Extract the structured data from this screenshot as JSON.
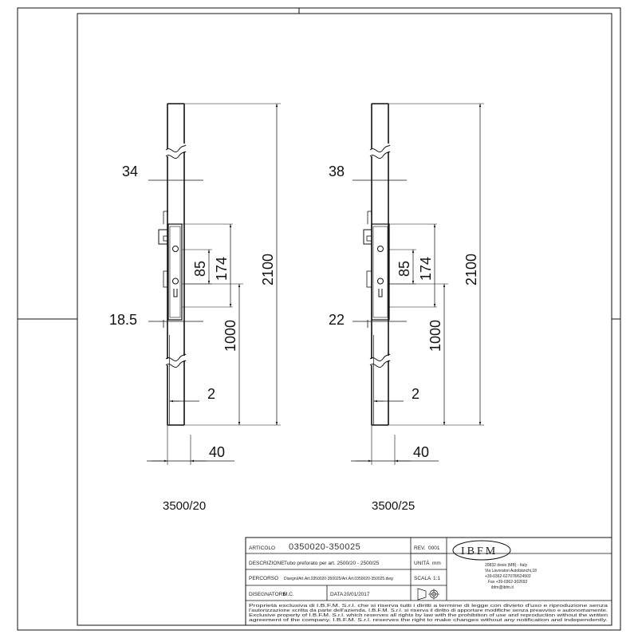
{
  "drawings": [
    {
      "name": "3500/20",
      "dims": {
        "top": "34",
        "bottom": "18.5",
        "d85": "85",
        "d174": "174",
        "d2100": "2100",
        "d1000": "1000",
        "d2": "2",
        "d40": "40"
      }
    },
    {
      "name": "3500/25",
      "dims": {
        "top": "38",
        "bottom": "22",
        "d85": "85",
        "d174": "174",
        "d2100": "2100",
        "d1000": "1000",
        "d2": "2",
        "d40": "40"
      }
    }
  ],
  "title_block": {
    "articolo_label": "ARTICOLO",
    "articolo_value": "0350020-350025",
    "rev_label": "REV.",
    "rev_value": "0001",
    "descrizione_label": "DESCRIZIONE",
    "descrizione_value": "Tubo preforato per art. 2500/20 - 2500/25",
    "unita_label": "UNITÀ",
    "unita_value": "mm",
    "percorso_label": "PERCORSO",
    "percorso_value": "Disegni/Art.Art.0350020-350025/Art.Art.0350020-350025.dwg",
    "scala_label": "SCALA",
    "scala_value": "1:1",
    "disegnatore_label": "DISEGNATORE",
    "disegnatore_value": "M.C.",
    "data_label": "DATA",
    "data_value": "20/01/2017",
    "logo": "IBFM",
    "address_1": "20832 desio (MB) - Italy",
    "address_2": "Via Lavoratori Autobianchi,18",
    "address_3": "+39-0362-627078/624502",
    "address_4": "Fax +39-0362-302692",
    "address_5": "ibfm@ibfm.it",
    "legal_1": "Proprietà esclusiva di I.B.F.M. S.r.l. che si riserva tutti i diritti a termine di legge con divieto d'uso e riproduzione senza",
    "legal_2": "l'autorizzazione scritta da parte dell'azienda. I.B.F.M. S.r.l. si riserva il diritto di apportare modifiche senza preavviso e autonomamente.",
    "legal_3": "Exclusive property of I.B.F.M. S.r.l. which reserves all rights by law with the prohibition of use and reproduction without the written",
    "legal_4": "agreement of the company. I.B.F.M. S.r.l. reserves the right to make changes without any notification and independently."
  }
}
